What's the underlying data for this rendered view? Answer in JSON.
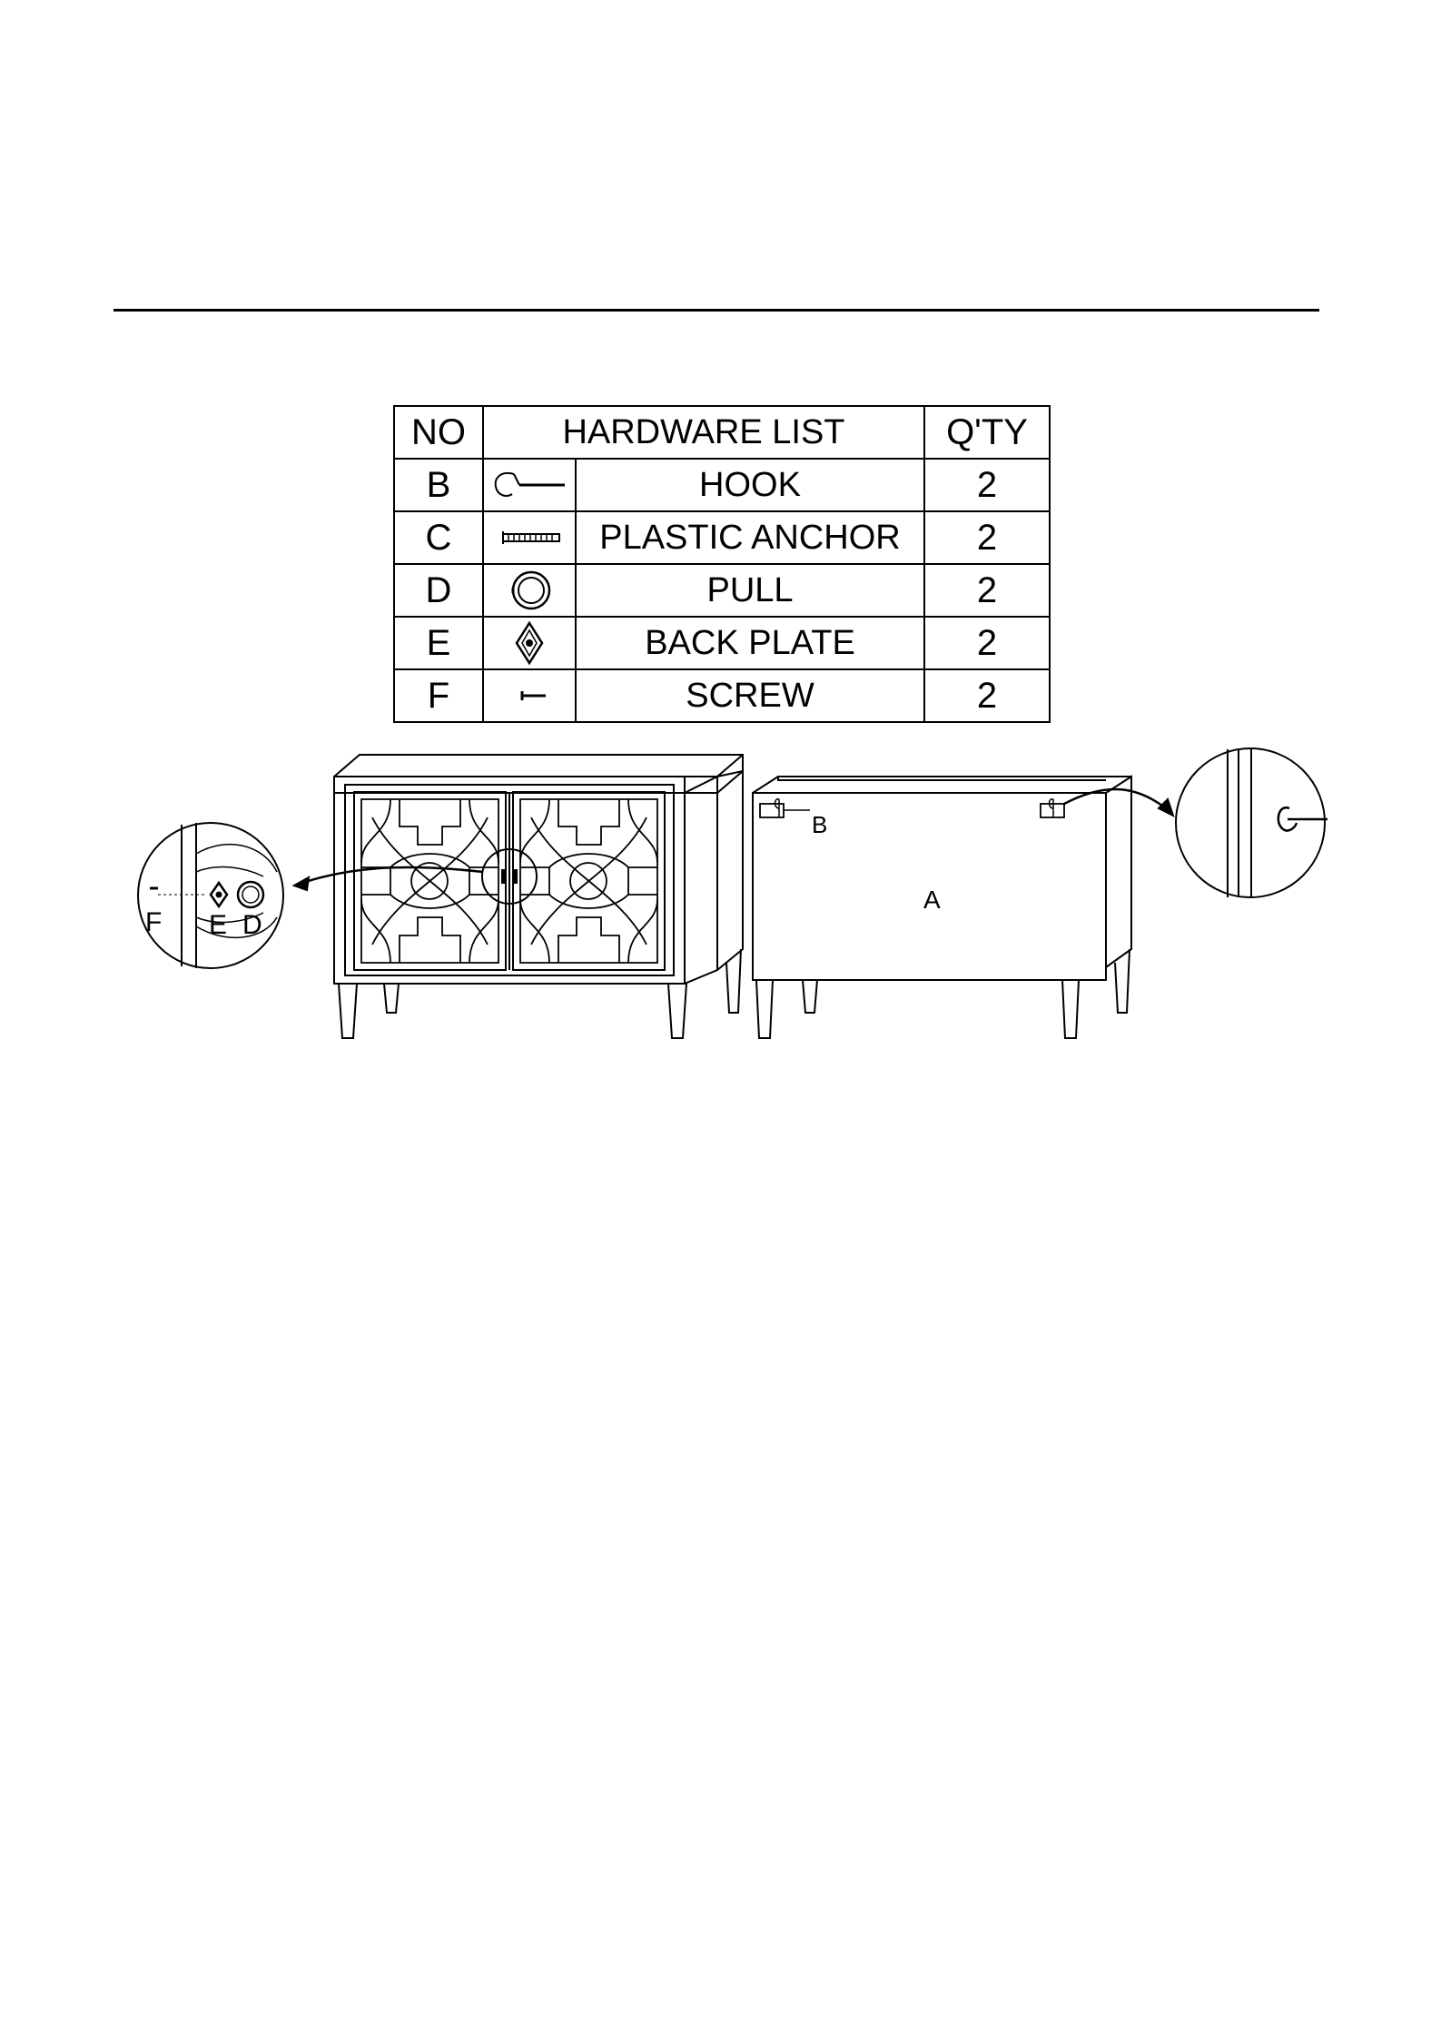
{
  "hardware_table": {
    "headers": {
      "no": "NO",
      "list": "HARDWARE LIST",
      "qty": "Q'TY"
    },
    "rows": [
      {
        "no": "B",
        "icon": "hook-icon",
        "name": "HOOK",
        "qty": "2"
      },
      {
        "no": "C",
        "icon": "plastic-anchor-icon",
        "name": "PLASTIC ANCHOR",
        "qty": "2"
      },
      {
        "no": "D",
        "icon": "pull-icon",
        "name": "PULL",
        "qty": "2"
      },
      {
        "no": "E",
        "icon": "back-plate-icon",
        "name": "BACK PLATE",
        "qty": "2"
      },
      {
        "no": "F",
        "icon": "screw-icon",
        "name": "SCREW",
        "qty": "2"
      }
    ]
  },
  "figure_labels": {
    "screw": "F",
    "back_plate": "E",
    "pull": "D",
    "hook": "B",
    "cabinet": "A"
  }
}
